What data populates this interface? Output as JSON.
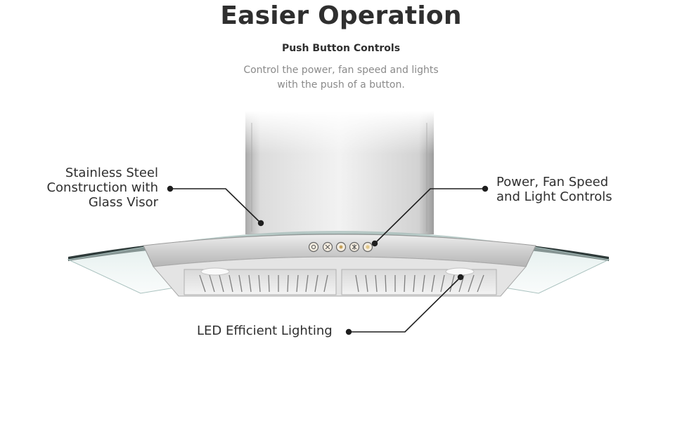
{
  "header": {
    "title": "Easier Operation",
    "subtitle": "Push Button Controls",
    "description_line1": "Control the power, fan speed and lights",
    "description_line2": "with the push of a button."
  },
  "callouts": {
    "steel": [
      "Stainless Steel",
      "Construction with",
      "Glass Visor"
    ],
    "controls": [
      "Power, Fan Speed",
      "and Light Controls"
    ],
    "lighting": "LED Efficient Lighting"
  }
}
